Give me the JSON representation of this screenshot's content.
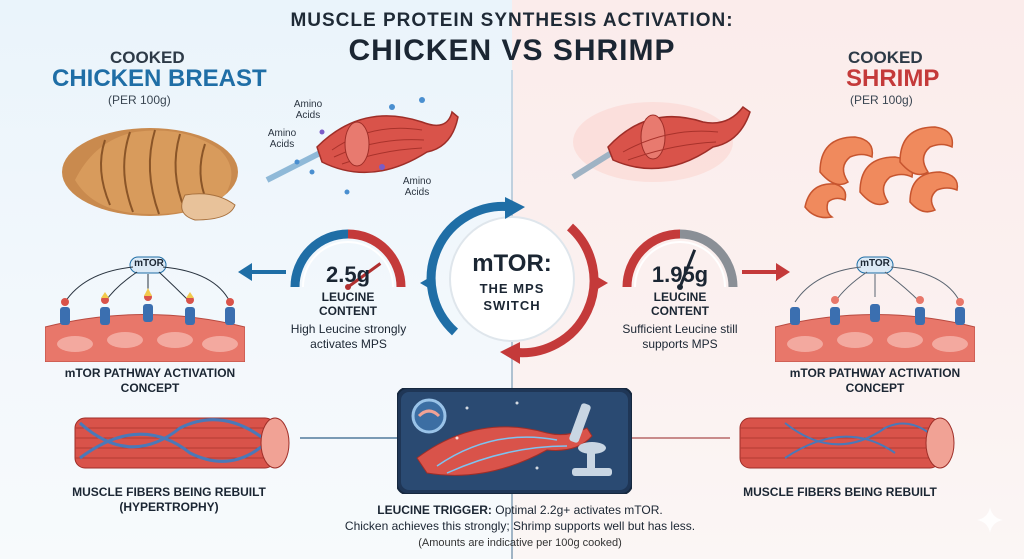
{
  "header": {
    "title_line1": "MUSCLE PROTEIN SYNTHESIS ACTIVATION:",
    "title_line2": "CHICKEN VS SHRIMP"
  },
  "left": {
    "cooked": "COOKED",
    "food": "CHICKEN BREAST",
    "per": "(PER 100g)",
    "amino_labels": [
      "Amino Acids",
      "Amino Acids",
      "Amino Acids"
    ],
    "leucine_value": "2.5g",
    "leucine_label": "LEUCINE CONTENT",
    "leucine_desc": "High Leucine strongly activates MPS",
    "pathway_node": "mTOR",
    "pathway_label": "mTOR PATHWAY ACTIVATION CONCEPT",
    "fiber_label": "MUSCLE FIBERS BEING REBUILT (HYPERTROPHY)",
    "accent": "#1f6ea6"
  },
  "right": {
    "cooked": "COOKED",
    "food": "SHRIMP",
    "per": "(PER 100g)",
    "leucine_value": "1.95g",
    "leucine_label": "LEUCINE CONTENT",
    "leucine_desc": "Sufficient Leucine still supports MPS",
    "pathway_node": "mTOR",
    "pathway_label": "mTOR PATHWAY ACTIVATION CONCEPT",
    "fiber_label": "MUSCLE FIBERS BEING REBUILT",
    "accent": "#c43a3a"
  },
  "center": {
    "mtor_title": "mTOR:",
    "mtor_sub": "THE MPS SWITCH"
  },
  "footer": {
    "trigger_bold": "LEUCINE TRIGGER:",
    "trigger_rest": " Optimal 2.2g+ activates mTOR.",
    "line2": "Chicken achieves this strongly; Shrimp supports well but has less.",
    "note": "(Amounts are indicative per 100g cooked)"
  },
  "gauges": {
    "left_level": 0.8,
    "right_level": 0.62
  }
}
